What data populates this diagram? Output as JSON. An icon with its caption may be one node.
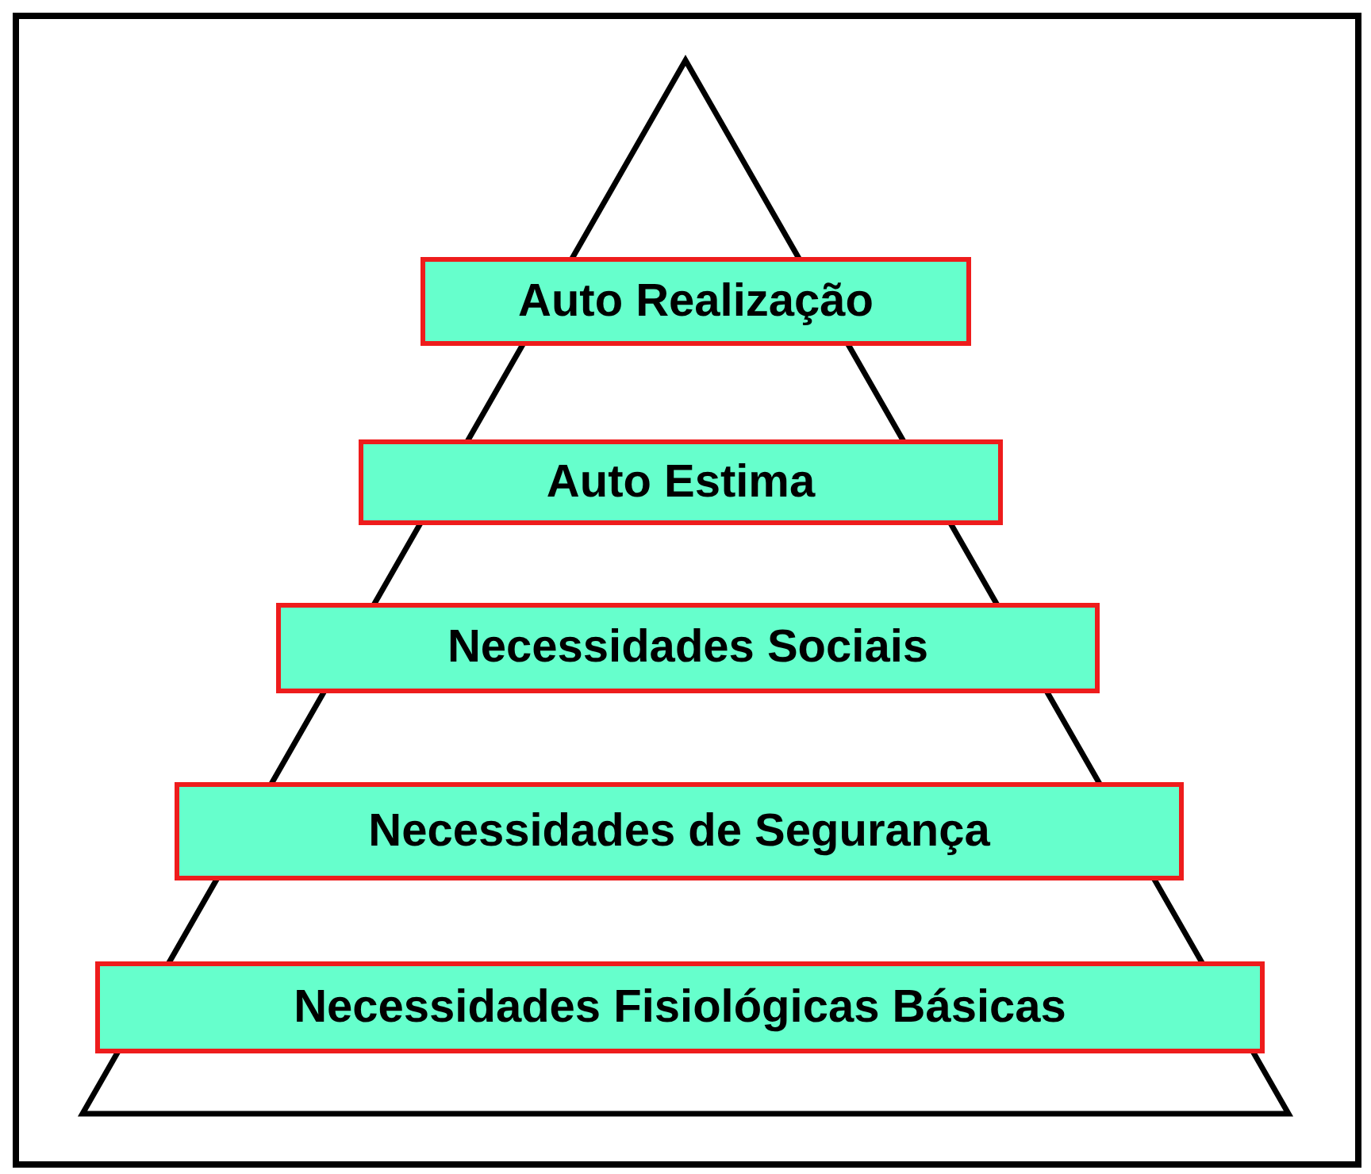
{
  "diagram": {
    "nodes": [
      {
        "text": [
          "Auto Realização"
        ]
      },
      {
        "text": [
          "Auto Estima"
        ]
      },
      {
        "text": [
          "Necessidades Sociais"
        ]
      },
      {
        "text": [
          "Necessidades de Segurança"
        ]
      },
      {
        "text": [
          "Necessidades Fisiológicas Básicas"
        ]
      }
    ]
  }
}
